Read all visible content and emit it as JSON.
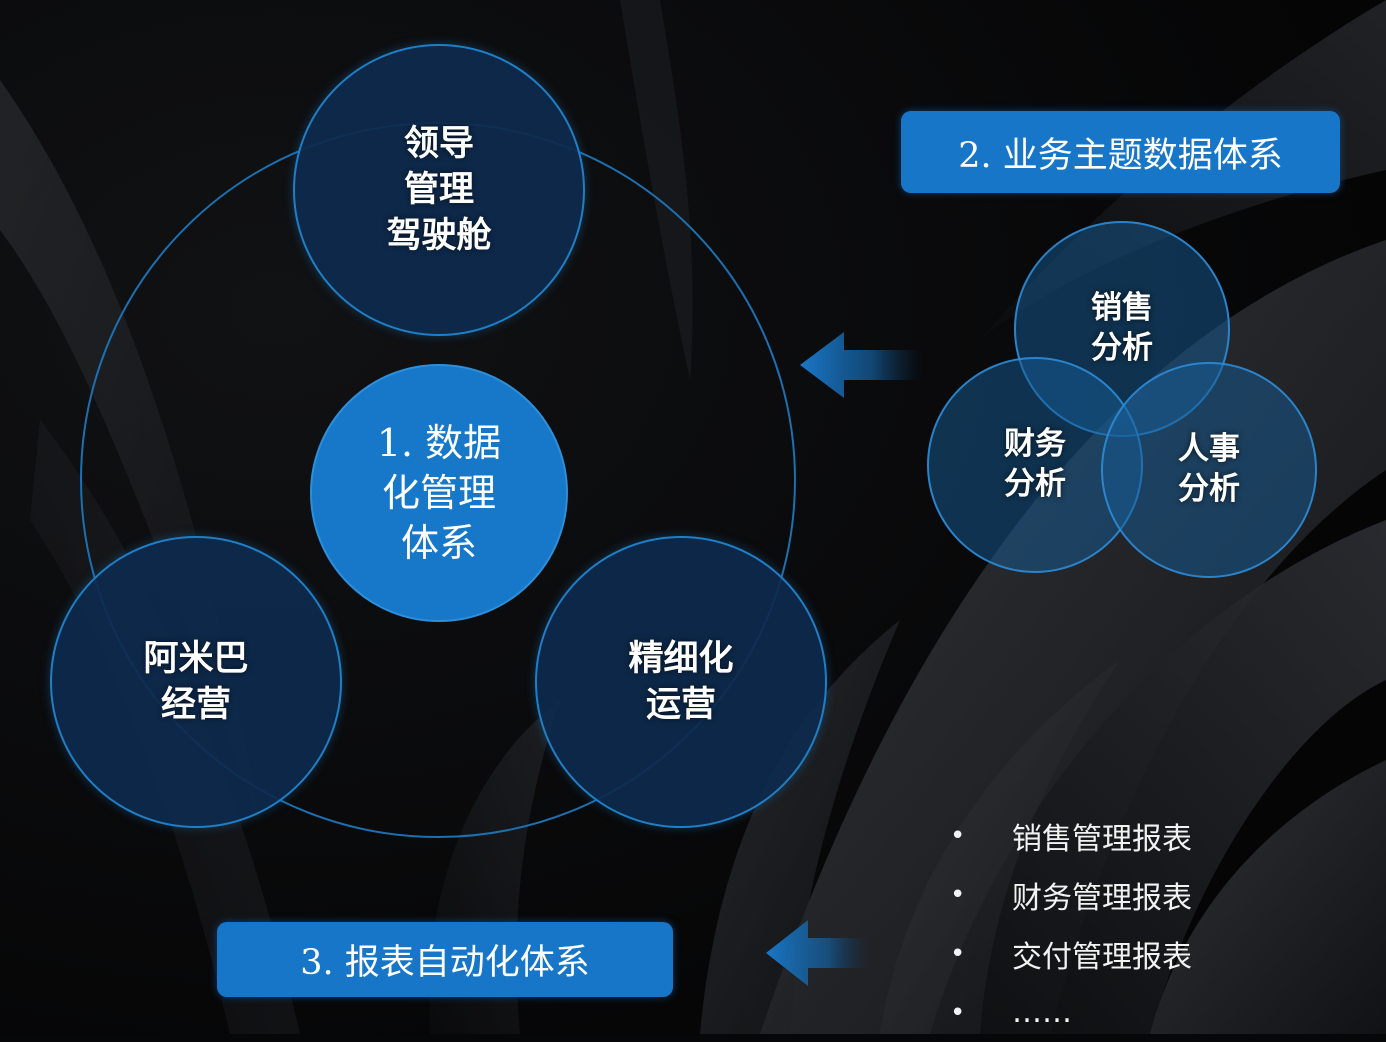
{
  "cycle": {
    "center": "1. 数据\n化管理\n体系",
    "top": "领导\n管理\n驾驶舱",
    "left": "阿米巴\n经营",
    "right": "精细化\n运营"
  },
  "business_topics": {
    "banner": "2. 业务主题数据体系",
    "sales": "销售\n分析",
    "finance": "财务\n分析",
    "hr": "人事\n分析"
  },
  "report_automation": {
    "banner": "3. 报表自动化体系",
    "items": [
      "销售管理报表",
      "财务管理报表",
      "交付管理报表",
      "……"
    ],
    "bullet": "•"
  },
  "colors": {
    "accent": "#1777c8",
    "dark_circle": "#0e2a4e",
    "outline": "#1f7fc6",
    "background": "#060708"
  }
}
